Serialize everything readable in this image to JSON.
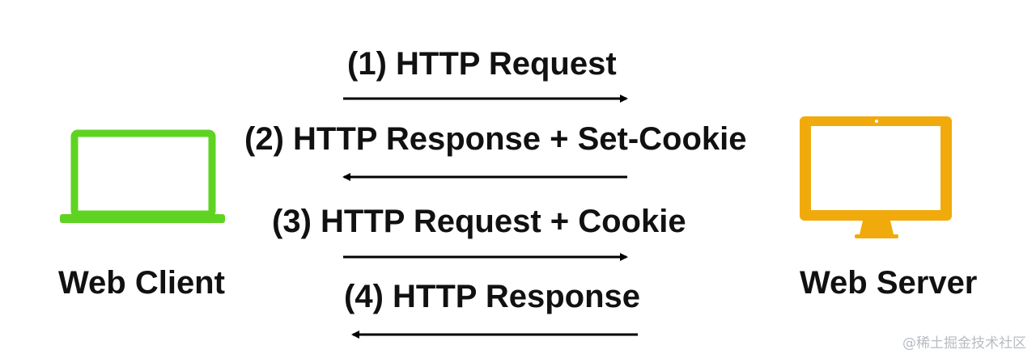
{
  "steps": [
    {
      "label": "(1) HTTP Request",
      "direction": "to-server"
    },
    {
      "label": "(2) HTTP Response + Set-Cookie",
      "direction": "to-client"
    },
    {
      "label": "(3) HTTP Request + Cookie",
      "direction": "to-server"
    },
    {
      "label": "(4) HTTP Response",
      "direction": "to-client"
    }
  ],
  "client": {
    "label": "Web Client",
    "icon": "laptop-icon",
    "color": "#5ed321"
  },
  "server": {
    "label": "Web Server",
    "icon": "desktop-monitor-icon",
    "color": "#f1aa0b"
  },
  "watermark": "@稀土掘金技术社区"
}
